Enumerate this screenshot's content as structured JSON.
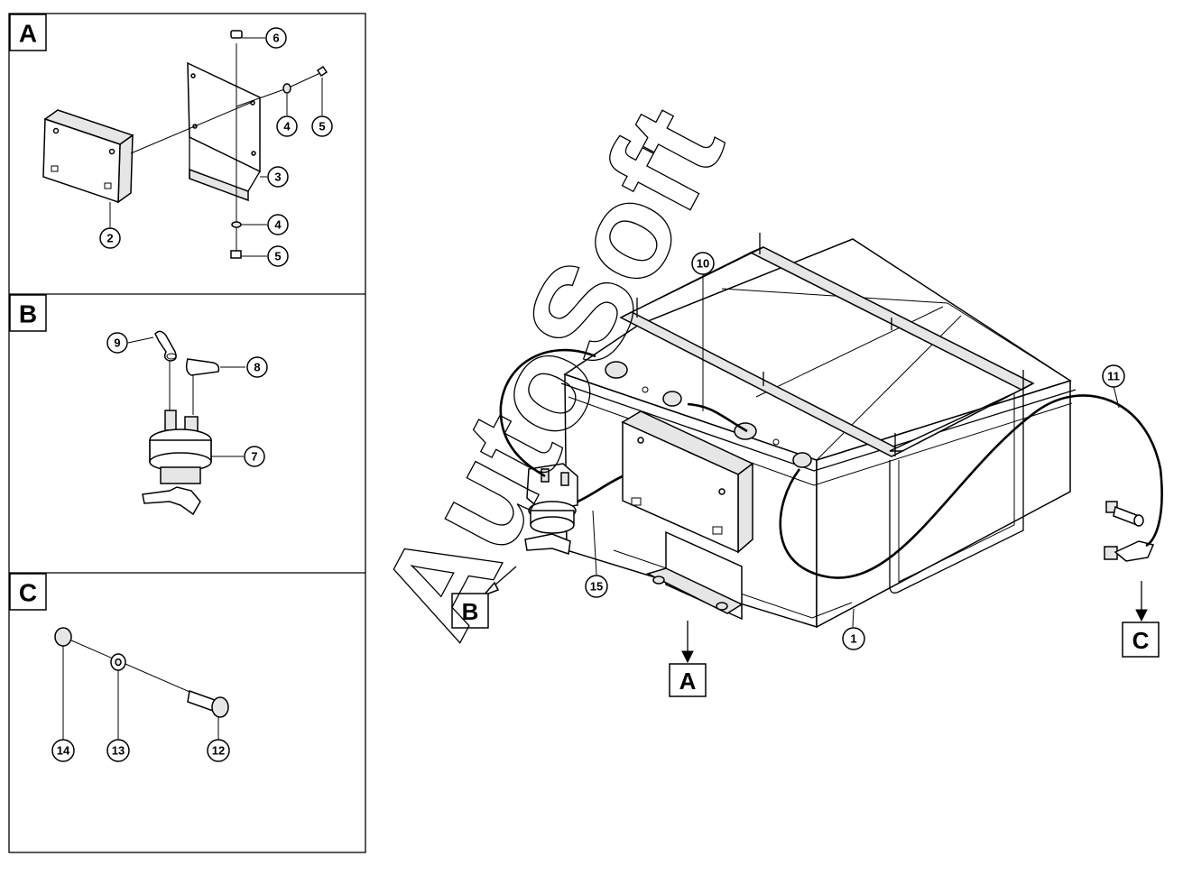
{
  "panels": [
    {
      "id": "A",
      "label": "A"
    },
    {
      "id": "B",
      "label": "B"
    },
    {
      "id": "C",
      "label": "C"
    }
  ],
  "views": [
    {
      "id": "B",
      "label": "B"
    },
    {
      "id": "A",
      "label": "A"
    },
    {
      "id": "C",
      "label": "C"
    }
  ],
  "callouts": [
    {
      "id": "c6",
      "label": "6"
    },
    {
      "id": "c4a",
      "label": "4"
    },
    {
      "id": "c5a",
      "label": "5"
    },
    {
      "id": "c3",
      "label": "3"
    },
    {
      "id": "c2",
      "label": "2"
    },
    {
      "id": "c4b",
      "label": "4"
    },
    {
      "id": "c5b",
      "label": "5"
    },
    {
      "id": "c9",
      "label": "9"
    },
    {
      "id": "c8",
      "label": "8"
    },
    {
      "id": "c7",
      "label": "7"
    },
    {
      "id": "c14",
      "label": "14"
    },
    {
      "id": "c13",
      "label": "13"
    },
    {
      "id": "c12",
      "label": "12"
    },
    {
      "id": "c10",
      "label": "10"
    },
    {
      "id": "c11",
      "label": "11"
    },
    {
      "id": "c15",
      "label": "15"
    },
    {
      "id": "c1",
      "label": "1"
    }
  ],
  "watermark": "AutoSoft"
}
